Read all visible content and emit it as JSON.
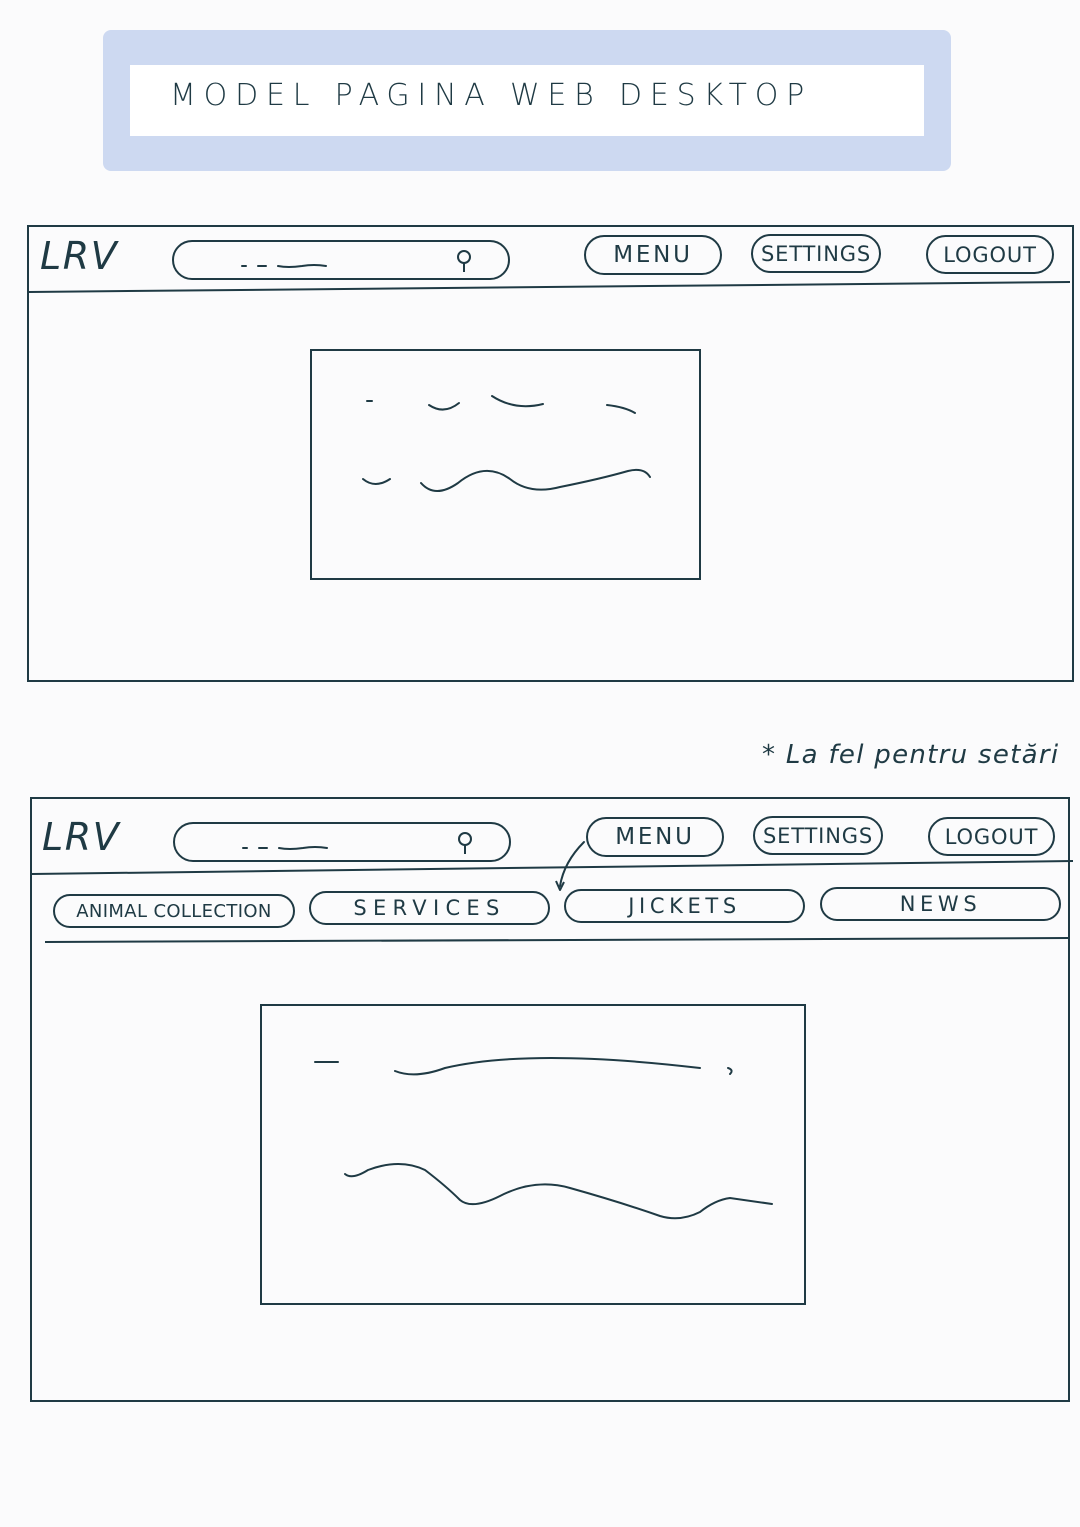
{
  "title": "MODEL PAGINA WEB DESKTOP",
  "note": "* La fel pentru setări",
  "wireframe1": {
    "logo": "LRV",
    "buttons": {
      "menu": "MENU",
      "settings": "SETTINGS",
      "logout": "LOGOUT"
    }
  },
  "wireframe2": {
    "logo": "LRV",
    "buttons": {
      "menu": "MENU",
      "settings": "SETTINGS",
      "logout": "LOGOUT"
    },
    "subnav": [
      "ANIMAL COLLECTION",
      "SERVICES",
      "JICKETS",
      "NEWS"
    ]
  },
  "colors": {
    "ink": "#1f3a44",
    "banner": "#cdd9f1",
    "paper": "#fbfbfc"
  }
}
